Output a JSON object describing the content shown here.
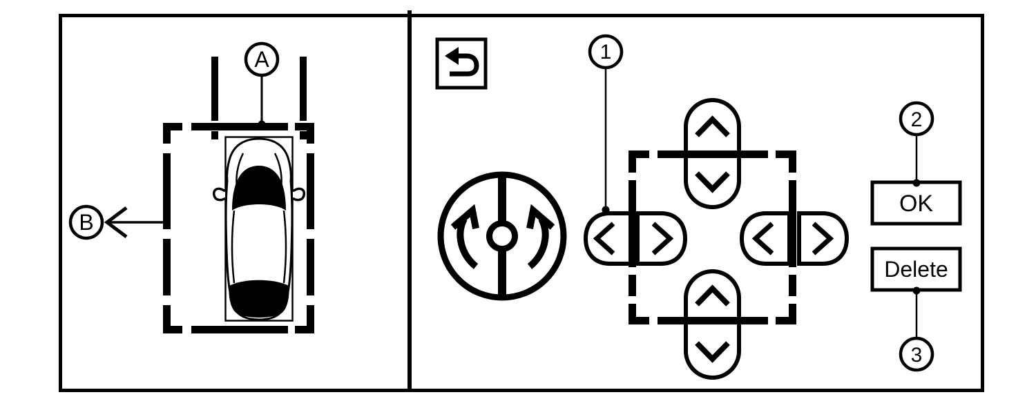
{
  "figure": {
    "background": "#ffffff",
    "ink": "#000000",
    "description": "Parking assist frame adjustment screen diagram"
  },
  "left_panel": {
    "callouts": {
      "a": "A",
      "b": "B"
    },
    "elements": {
      "parking_lot_lines": "parking-lot-line-marks",
      "guide_frame": "dashed-parking-guide-frame",
      "vehicle": "car-top-view"
    }
  },
  "right_panel": {
    "back_button": {
      "icon": "return-arrow"
    },
    "rotate_dial": {
      "icon": "rotate-dial-arrows"
    },
    "dpad": {
      "frame": "dashed-adjust-frame",
      "top_control_icons": [
        "chevron-up",
        "chevron-down"
      ],
      "bottom_control_icons": [
        "chevron-up",
        "chevron-down"
      ],
      "left_pair_icons": [
        "chevron-left",
        "chevron-right"
      ],
      "right_pair_icons": [
        "chevron-left",
        "chevron-right"
      ]
    },
    "ok_button": {
      "label": "OK"
    },
    "delete_button": {
      "label": "Delete"
    },
    "callouts": {
      "1": "1",
      "2": "2",
      "3": "3"
    }
  }
}
